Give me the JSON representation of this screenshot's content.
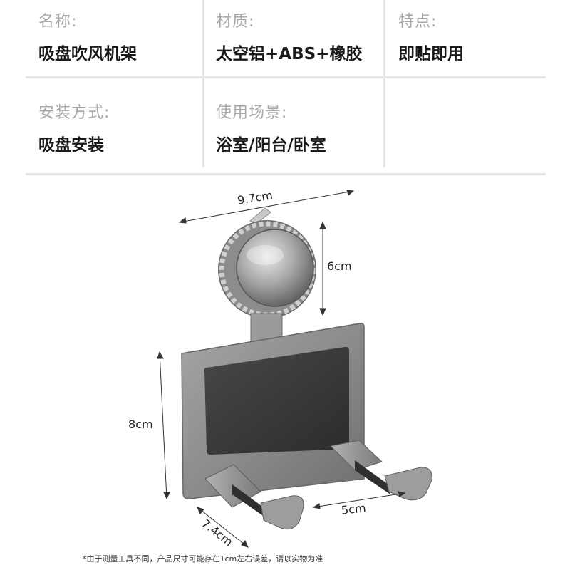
{
  "specs": [
    {
      "label": "名称:",
      "value": "吸盘吹风机架"
    },
    {
      "label": "材质:",
      "value": "太空铝+ABS+橡胶"
    },
    {
      "label": "特点:",
      "value": "即贴即用"
    },
    {
      "label": "安装方式:",
      "value": "吸盘安装"
    },
    {
      "label": "使用场景:",
      "value": "浴室/阳台/卧室"
    },
    {
      "label": "",
      "value": ""
    }
  ],
  "dimensions": {
    "width": "9.7cm",
    "suction_height": "6cm",
    "height": "8cm",
    "hook_gap": "5cm",
    "depth": "7.4cm"
  },
  "footnote": "*由于测量工具不同，产品尺寸可能存在1cm左右误差，请以实物为准",
  "colors": {
    "grid_line": "#e6e6e6",
    "label": "#a8a8a8",
    "value": "#1a1a1a",
    "metal": "#8a8a8a",
    "panel": "#3a3a3c"
  }
}
